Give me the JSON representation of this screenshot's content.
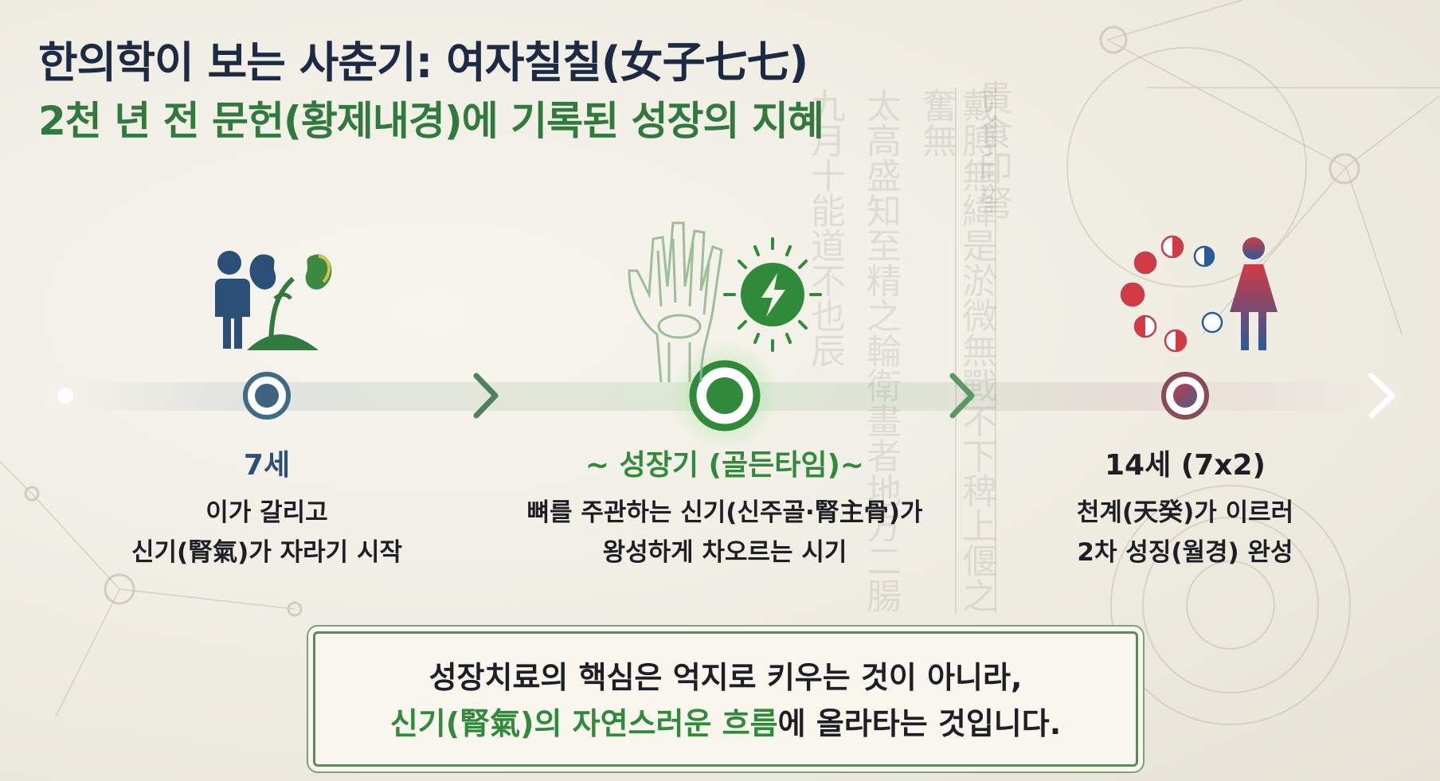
{
  "header": {
    "title": "한의학이 보는 사춘기: 여자칠칠(女子七七)",
    "subtitle": "2천 년 전 문헌(황제내경)에 기록된 성장의 지혜"
  },
  "stages": [
    {
      "title": "7세",
      "line1": "이가 갈리고",
      "line2": "신기(腎氣)가 자라기 시작",
      "icon": "child-kidney-sprout-icon",
      "color": "#2c4f78"
    },
    {
      "title": "~ 성장기 (골든타임)~",
      "line1": "뼈를 주관하는 신기(신주골·腎主骨)가",
      "line2": "왕성하게 차오르는 시기",
      "icon": "hand-bone-energy-icon",
      "color": "#2f8a3a"
    },
    {
      "title": "14세 (7x2)",
      "line1": "천계(天癸)가 이르러",
      "line2": "2차 성징(월경) 완성",
      "icon": "moon-cycle-woman-icon",
      "color": "#c0394a"
    }
  ],
  "quote": {
    "line1": "성장치료의 핵심은 억지로 키우는 것이 아니라,",
    "line2_green": "신기(腎氣)의 자연스러운 흐름",
    "line2_rest": "에 올라타는 것입니다."
  },
  "colors": {
    "navy": "#1c2a44",
    "green": "#2f7a3c",
    "red": "#c0394a",
    "blue": "#2c4f78"
  }
}
